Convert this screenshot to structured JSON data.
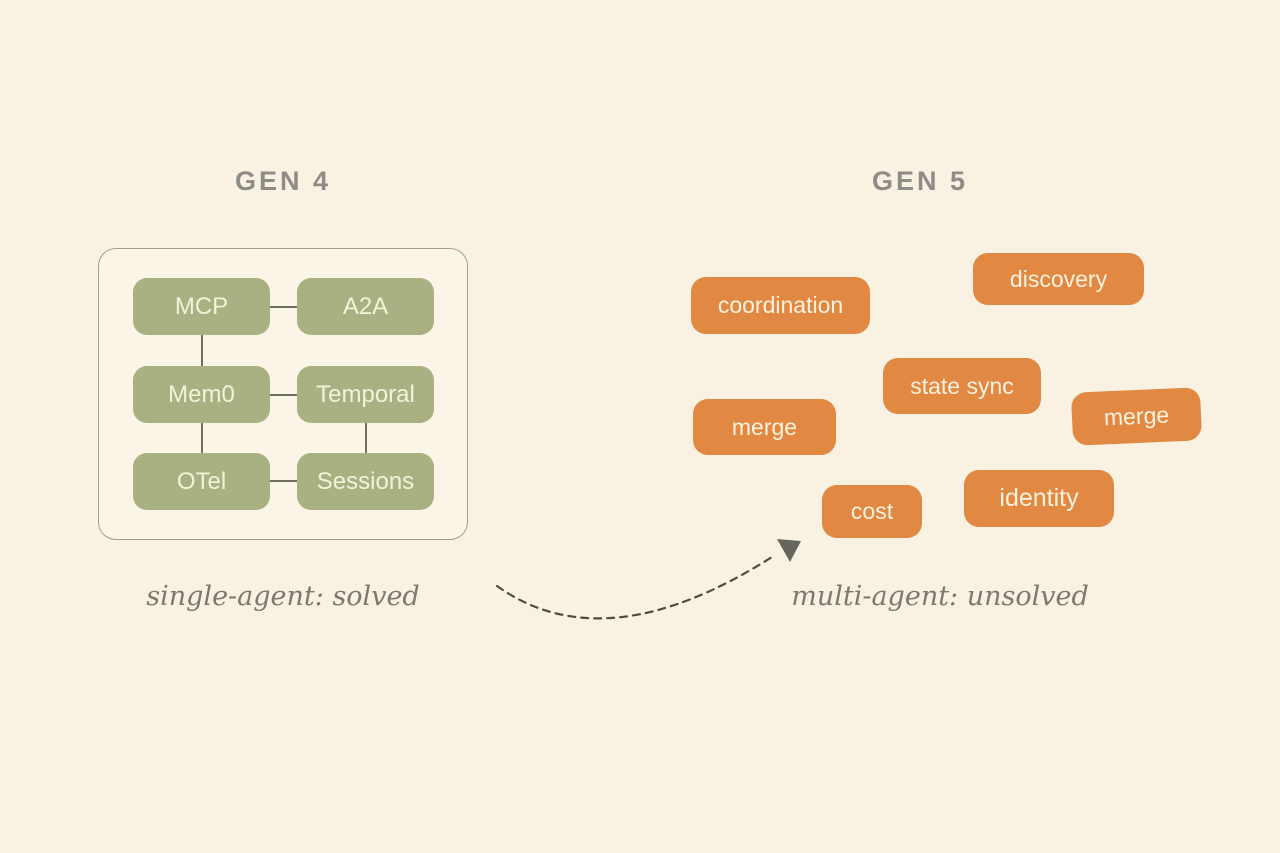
{
  "canvas": {
    "background": "#f9f2e2"
  },
  "colors": {
    "green_node": "#a9b183",
    "green_node_text": "#f2f2d8",
    "orange_node": "#e18843",
    "orange_node_text": "#faf2de",
    "title_gray": "#8d8c86",
    "caption_gray": "#7b7a71",
    "connector_line": "#70705e",
    "arrow_dashed": "#4d4c45",
    "arrowhead": "#66665f",
    "container_border": "#a49e8e"
  },
  "gen4": {
    "title": "GEN 4",
    "caption": "single-agent: solved",
    "nodes": [
      {
        "id": "mcp",
        "label": "MCP"
      },
      {
        "id": "a2a",
        "label": "A2A"
      },
      {
        "id": "mem0",
        "label": "Mem0"
      },
      {
        "id": "temporal",
        "label": "Temporal"
      },
      {
        "id": "otel",
        "label": "OTel"
      },
      {
        "id": "sessions",
        "label": "Sessions"
      }
    ],
    "connections": [
      "MCP-A2A",
      "MCP-Mem0",
      "Mem0-Temporal",
      "Mem0-OTel",
      "Temporal-Sessions",
      "OTel-Sessions"
    ]
  },
  "gen5": {
    "title": "GEN 5",
    "caption": "multi-agent: unsolved",
    "nodes": [
      {
        "id": "coordination",
        "label": "coordination"
      },
      {
        "id": "discovery",
        "label": "discovery"
      },
      {
        "id": "state-sync",
        "label": "state sync"
      },
      {
        "id": "merge-left",
        "label": "merge"
      },
      {
        "id": "merge-right",
        "label": "merge"
      },
      {
        "id": "cost",
        "label": "cost"
      },
      {
        "id": "identity",
        "label": "identity"
      }
    ]
  }
}
